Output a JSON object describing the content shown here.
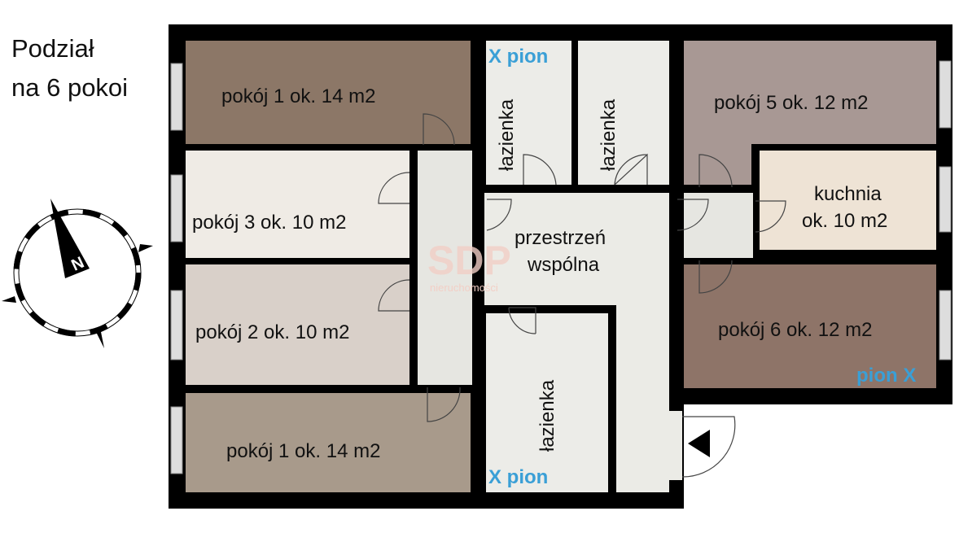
{
  "title": {
    "line1": "Podział",
    "line2": "na 6 pokoi"
  },
  "compass": {
    "label": "N"
  },
  "watermark": {
    "brand": "SDP",
    "sub": "nieruchomości"
  },
  "rooms": {
    "room1_top": "pokój 1 ok. 14 m2",
    "room3": "pokój 3 ok. 10 m2",
    "room2": "pokój 2 ok. 10 m2",
    "room1_bottom": "pokój 1 ok. 14 m2",
    "bath1": "łazienka",
    "bath2": "łazienka",
    "bath3": "łazienka",
    "room5": "pokój 5 ok. 12 m2",
    "kitchen_line1": "kuchnia",
    "kitchen_line2": "ok. 10 m2",
    "room6": "pokój 6 ok. 12 m2",
    "common_line1": "przestrzeń",
    "common_line2": "wspólna"
  },
  "markers": {
    "pion_top": "X pion",
    "pion_bottom": "X pion",
    "pion_right": "pion X"
  },
  "colors": {
    "wall": "#000000",
    "marker": "#3a9fd6",
    "room1_top": "#8c7767",
    "room3": "#efebe5",
    "room2": "#d9d0c9",
    "room1_bottom": "#a89a8b",
    "room5": "#a89894",
    "kitchen": "#eee3d5",
    "room6": "#8e7468",
    "common": "#ebebe6"
  }
}
